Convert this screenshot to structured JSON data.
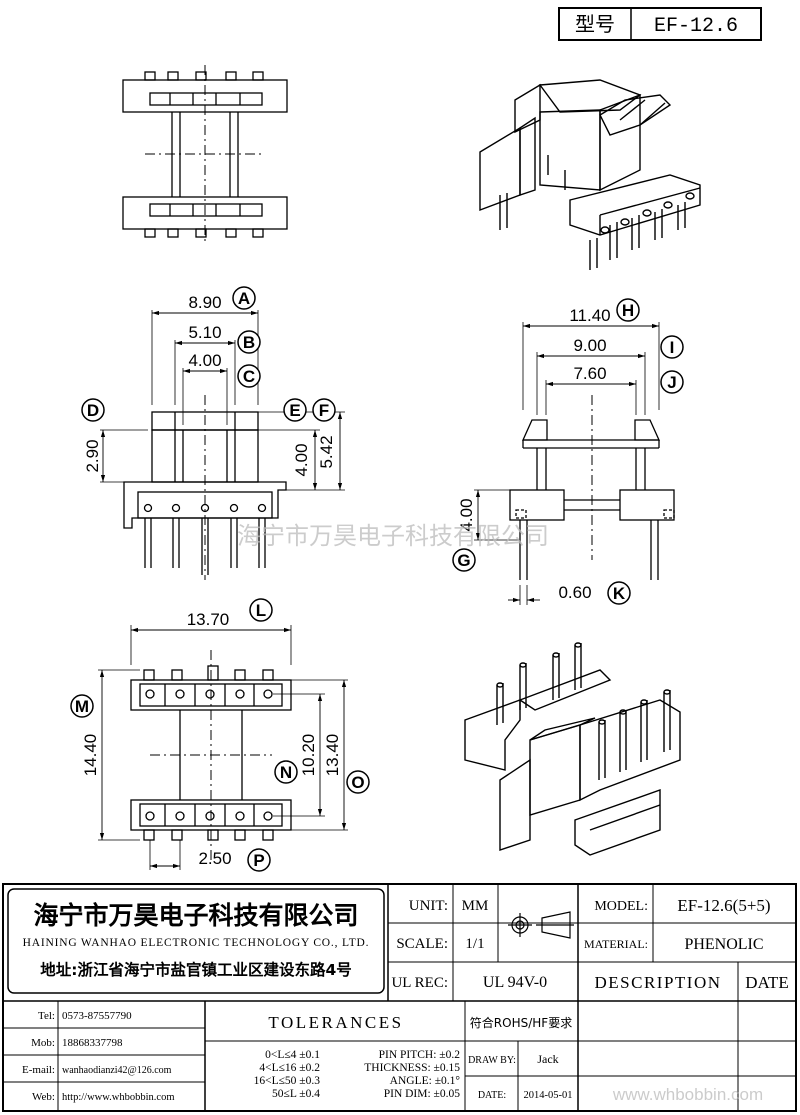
{
  "model_box": {
    "label": "型号",
    "value": "EF-12.6"
  },
  "dimensions": [
    {
      "letter": "A",
      "value": "8.90"
    },
    {
      "letter": "B",
      "value": "5.10"
    },
    {
      "letter": "C",
      "value": "4.00"
    },
    {
      "letter": "D",
      "value": "2.90"
    },
    {
      "letter": "E",
      "value": "4.00"
    },
    {
      "letter": "F",
      "value": "5.42"
    },
    {
      "letter": "G",
      "value": "4.00"
    },
    {
      "letter": "H",
      "value": "11.40"
    },
    {
      "letter": "I",
      "value": "9.00"
    },
    {
      "letter": "J",
      "value": "7.60"
    },
    {
      "letter": "K",
      "value": "0.60"
    },
    {
      "letter": "L",
      "value": "13.70"
    },
    {
      "letter": "M",
      "value": "14.40"
    },
    {
      "letter": "N",
      "value": "10.20"
    },
    {
      "letter": "O",
      "value": "13.40"
    },
    {
      "letter": "P",
      "value": "2.50"
    }
  ],
  "watermark": "海宁市万昊电子科技有限公司",
  "company": {
    "name_cn": "海宁市万昊电子科技有限公司",
    "name_en": "HAINING WANHAO ELECTRONIC TECHNOLOGY CO., LTD.",
    "address": "地址:浙江省海宁市盐官镇工业区建设东路4号"
  },
  "title_block": {
    "unit_label": "UNIT:",
    "unit_value": "MM",
    "scale_label": "SCALE:",
    "scale_value": "1/1",
    "ulrec_label": "UL REC:",
    "ulrec_value": "UL 94V-0",
    "model_label": "MODEL:",
    "model_value": "EF-12.6(5+5)",
    "material_label": "MATERIAL:",
    "material_value": "PHENOLIC",
    "description_label": "DESCRIPTION",
    "date_label": "DATE",
    "rohs": "符合ROHS/HF要求",
    "drawby_label": "DRAW BY:",
    "drawby_value": "Jack",
    "date2_label": "DATE:",
    "date2_value": "2014-05-01"
  },
  "contacts": [
    {
      "label": "Tel:",
      "value": "0573-87557790"
    },
    {
      "label": "Mob:",
      "value": "18868337798"
    },
    {
      "label": "E-mail:",
      "value": "wanhaodianzi42@126.com"
    },
    {
      "label": "Web:",
      "value": "http://www.whbobbin.com"
    }
  ],
  "tolerances": {
    "title": "TOLERANCES",
    "ranges": [
      "0<L≤4 ±0.1",
      "4<L≤16 ±0.2",
      "16<L≤50 ±0.3",
      "50≤L ±0.4"
    ],
    "others": [
      "PIN PITCH: ±0.2",
      "THICKNESS: ±0.15",
      "ANGLE: ±0.1°",
      "PIN DIM: ±0.05"
    ]
  },
  "site_watermark": "www.whbobbin.com"
}
